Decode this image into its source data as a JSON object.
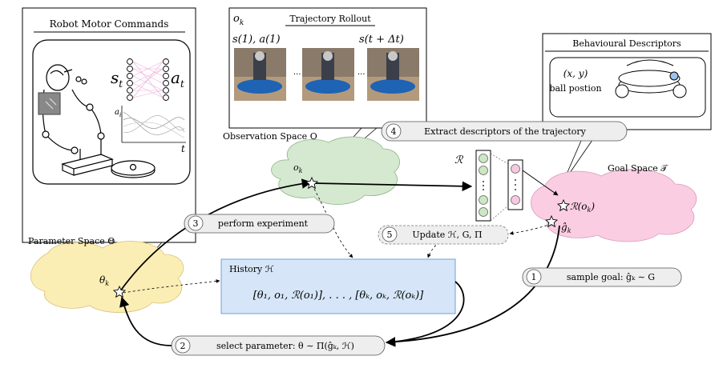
{
  "panels": {
    "robot": {
      "title": "Robot Motor Commands",
      "s_label": "s",
      "s_sub": "t",
      "a_label": "a",
      "a_sub": "t",
      "ai_label": "a",
      "ai_sub": "i",
      "t_label": "t"
    },
    "rollout": {
      "title": "Trajectory Rollout",
      "obs_label": "o",
      "obs_sub": "k",
      "frame_left_label": "s(1), a(1)",
      "frame_right_label": "s(t + Δt)",
      "ellipsis": "···"
    },
    "descriptors": {
      "title": "Behavioural Descriptors",
      "xy_label": "(x, y)",
      "ball_label": "ball postion"
    }
  },
  "spaces": {
    "observation": "Observation Space O",
    "parameter": "Parameter Space Θ",
    "goal": "Goal Space 𝒯",
    "R_label": "ℛ"
  },
  "nodes": {
    "o_k": {
      "main": "o",
      "sub": "k"
    },
    "theta_k": {
      "main": "θ",
      "sub": "k"
    },
    "R_ok": "ℛ(o",
    "R_ok_sub": "k",
    "R_ok_end": ")",
    "g_hat_k": {
      "main": "ĝ",
      "sub": "k"
    }
  },
  "history": {
    "title": "History ℋ",
    "formula": "[θ₁, o₁, ℛ(o₁)], . . . , [θₖ, oₖ, ℛ(oₖ)]"
  },
  "steps": [
    {
      "num": "1",
      "label": "sample goal: ĝₖ ∼ G"
    },
    {
      "num": "2",
      "label": "select parameter: θ ∼ Π(ĝₖ, ℋ)"
    },
    {
      "num": "3",
      "label": "perform experiment"
    },
    {
      "num": "4",
      "label": "Extract descriptors of the trajectory"
    },
    {
      "num": "5",
      "label": "Update ℋ, G, Π"
    }
  ],
  "colors": {
    "observation_cloud": "#d5e8d0",
    "parameter_cloud": "#fbeeb5",
    "goal_cloud": "#fbcde3",
    "history_box": "#d6e6f8",
    "history_border": "#6fa0d8",
    "step_box": "#eeeeee",
    "node_green": "#cde6c3",
    "node_pink": "#f6c9df"
  }
}
